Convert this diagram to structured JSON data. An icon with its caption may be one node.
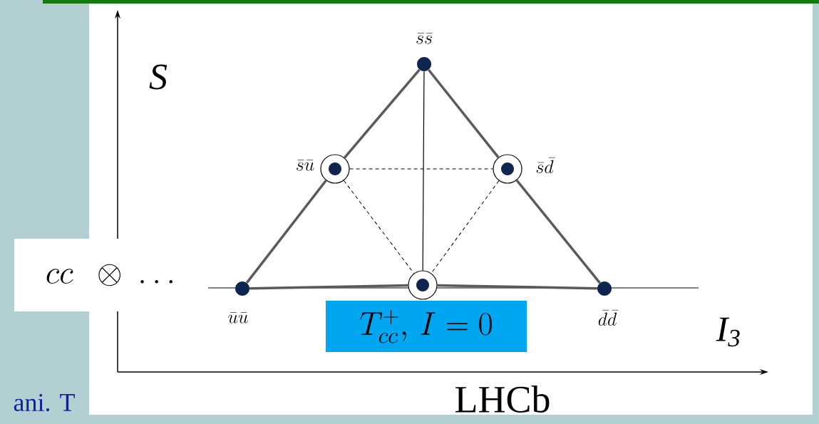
{
  "diagram": {
    "nodes": [
      {
        "text": [
          "\\bar{s}\\bar{s}"
        ]
      },
      {
        "text": [
          "\\bar{s}\\bar{u}"
        ]
      },
      {
        "text": [
          "\\bar{s}\\bar{d}"
        ]
      },
      {
        "text": [
          "cc\\ \\ \\otimes\\ \\ldots"
        ]
      },
      {
        "text": [
          "\\bar{u}\\bar{u}"
        ]
      },
      {
        "text": [],
        "shape": "circle"
      },
      {
        "text": [
          "\\bar{d}\\bar{d}"
        ]
      },
      {
        "text": [
          "T_{cc}^{+},\\, I = 0"
        ]
      }
    ],
    "edges": [
      {
        "from": 0,
        "to": 1,
        "arrow": "none"
      },
      {
        "from": 0,
        "to": 2,
        "arrow": "none"
      },
      {
        "from": 1,
        "to": 4,
        "arrow": "none"
      },
      {
        "from": 2,
        "to": 6,
        "arrow": "none"
      },
      {
        "from": 4,
        "to": 5,
        "arrow": "none"
      },
      {
        "from": 5,
        "to": 6,
        "arrow": "none"
      },
      {
        "from": 0,
        "to": 5,
        "arrow": "none",
        "color": "#000000"
      },
      {
        "from": 1,
        "to": 2,
        "arrow": "none",
        "style": "dashed",
        "color": "#000000"
      },
      {
        "from": 1,
        "to": 5,
        "arrow": "none",
        "style": "dashed",
        "color": "#000000"
      },
      {
        "from": 2,
        "to": 5,
        "arrow": "none",
        "style": "dashed",
        "color": "#000000"
      }
    ],
    "labels": [
      "S",
      "*I*$_{3}$",
      "LHCb",
      "ani. T"
    ]
  }
}
